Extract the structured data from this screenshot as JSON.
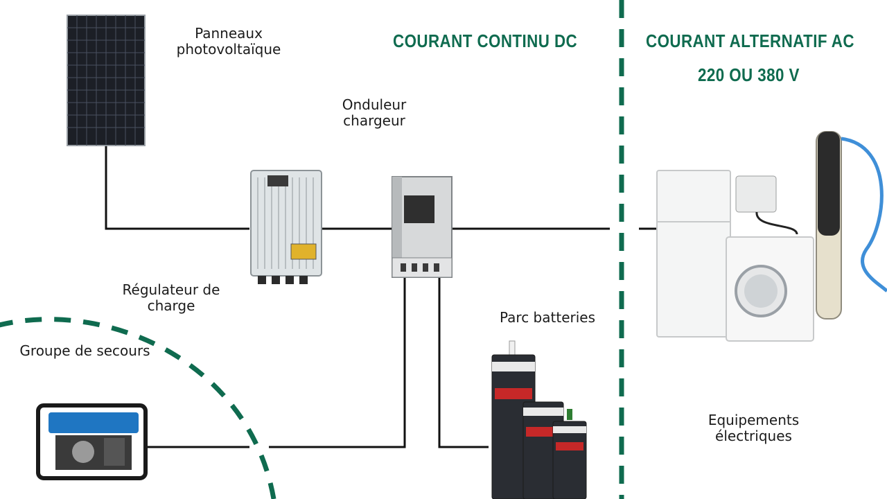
{
  "colors": {
    "accent": "#0f6b4f",
    "wire": "#111111",
    "text": "#1b1b1b"
  },
  "headings": {
    "dc": "COURANT CONTINU DC",
    "ac_line1": "COURANT ALTERNATIF AC",
    "ac_line2": "220 OU 380 V"
  },
  "labels": {
    "panels_line1": "Panneaux",
    "panels_line2": "photovoltaïque",
    "inverter_line1": "Onduleur",
    "inverter_line2": "chargeur",
    "regulator_line1": "Régulateur de",
    "regulator_line2": "charge",
    "batteries": "Parc batteries",
    "generator": "Groupe de secours",
    "equipment_line1": "Equipements",
    "equipment_line2": "électriques"
  }
}
